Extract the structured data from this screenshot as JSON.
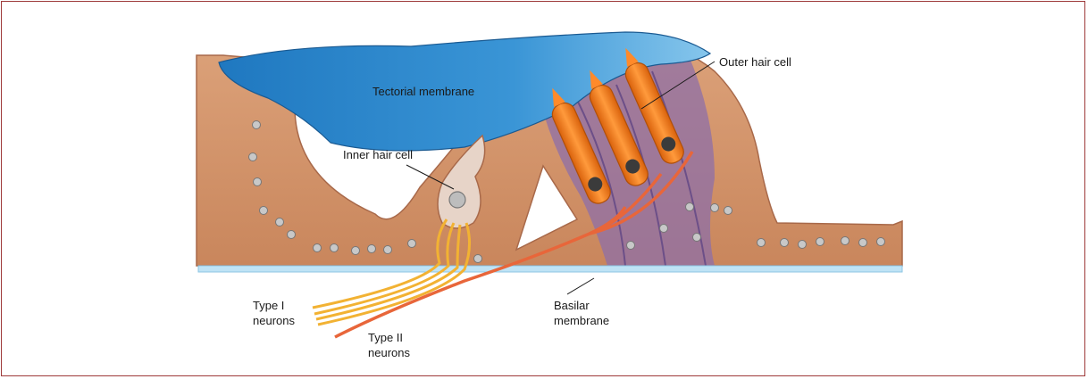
{
  "labels": {
    "tectorial": "Tectorial membrane",
    "outer_hair_cell": "Outer hair cell",
    "inner_hair_cell": "Inner hair cell",
    "basilar_line1": "Basilar",
    "basilar_line2": "membrane",
    "type1_line1": "Type I",
    "type1_line2": "neurons",
    "type2_line1": "Type II",
    "type2_line2": "neurons"
  },
  "colors": {
    "frame_border": "#9e3a3a",
    "tissue": "#d69a72",
    "tissue_dark": "#a8694a",
    "tectorial": "#2f86c8",
    "outer_hair_cell": "#f07d1a",
    "purple_cells": "#8e6fa8",
    "basilar": "#bfe3f5",
    "type1_neuron": "#f2b233",
    "type2_neuron": "#e8663a"
  }
}
